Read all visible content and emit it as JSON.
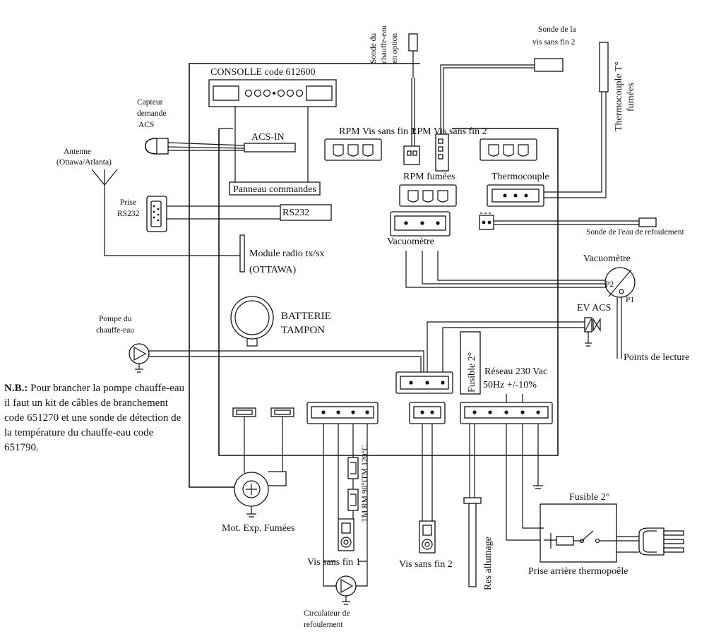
{
  "labels": {
    "consolle": "CONSOLLE code 612600",
    "capteur": [
      "Capteur",
      "demande",
      "ACS"
    ],
    "acs_in": "ACS-IN",
    "antenne": [
      "Antenne",
      "(Ottawa/Atlanta)"
    ],
    "panneau": "Panneau commandes",
    "prise_rs232": [
      "Prise",
      "RS232"
    ],
    "rs232": "RS232",
    "module_radio": [
      "Module radio tx/sx",
      "(OTTAWA)"
    ],
    "rpm_vis1": "RPM Vis sans fin 1",
    "rpm_vis2": "RPM Vis sans fin 2",
    "rpm_fumees": "RPM fumées",
    "thermocouple": "Thermocouple",
    "vacuometre_conn": "Vacuomètre",
    "sonde_chauffe": [
      "Sonde du",
      "chauffe-eau",
      "en option"
    ],
    "sonde_vis2": [
      "Sonde de la",
      "vis sans fin 2"
    ],
    "thermocouple_fumees": [
      "Thermocouple T°",
      "fumées"
    ],
    "sonde_refoulement": "Sonde de l'eau de refoulement",
    "vacuometre": "Vacuomètre",
    "p1": "P1",
    "p2": "P2",
    "ev_acs": "EV ACS",
    "points_lecture": "Points de lecture",
    "batterie": [
      "BATTERIE",
      "TAMPON"
    ],
    "pompe": [
      "Pompe du",
      "chauffe-eau"
    ],
    "fusible_board": "Fusible 2°",
    "reseau": [
      "Réseau 230 Vac",
      "50Hz +/-10%"
    ],
    "tm_120": "TM 120°C",
    "tm_rm_90": "TM RM 90°C",
    "mot_exp": "Mot. Exp. Fumées",
    "vis1": "Vis sans fin 1",
    "vis2": "Vis sans fin 2",
    "res_allumage": "Res allumage",
    "fusible_ext": "Fusible 2°",
    "prise_arriere": "Prise arrière thermopoêle",
    "circulateur": [
      "Circulateur de",
      "refoulement"
    ]
  },
  "note": {
    "prefix": "N.B.:",
    "text": " Pour brancher la pompe chauffe-eau il faut un kit de câbles de branchement code 651270  et une sonde de détection de la température du chauffe-eau code 651790."
  }
}
